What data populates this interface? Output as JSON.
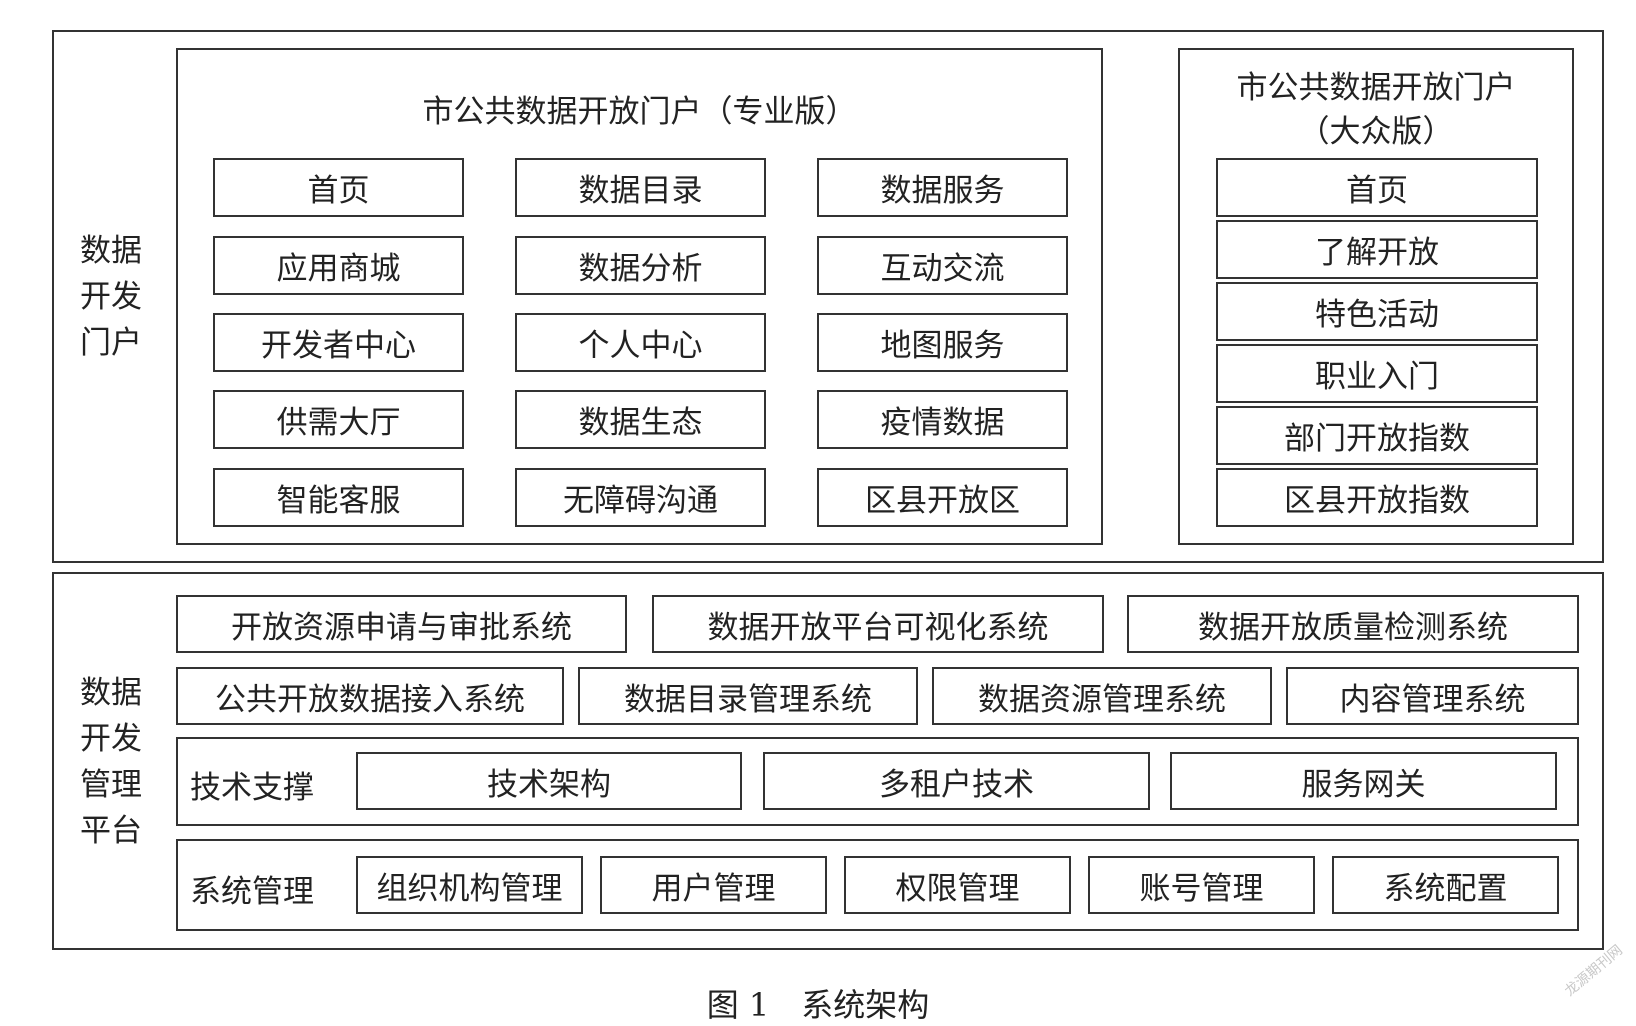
{
  "portal_section": {
    "side_label_lines": [
      "数据",
      "开发",
      "门户"
    ],
    "pro_portal": {
      "title": "市公共数据开放门户（专业版）",
      "items": [
        "首页",
        "数据目录",
        "数据服务",
        "应用商城",
        "数据分析",
        "互动交流",
        "开发者中心",
        "个人中心",
        "地图服务",
        "供需大厅",
        "数据生态",
        "疫情数据",
        "智能客服",
        "无障碍沟通",
        "区县开放区"
      ]
    },
    "public_portal": {
      "title_lines": [
        "市公共数据开放门户",
        "（大众版）"
      ],
      "items": [
        "首页",
        "了解开放",
        "特色活动",
        "职业入门",
        "部门开放指数",
        "区县开放指数"
      ]
    }
  },
  "platform_section": {
    "side_label_lines": [
      "数据",
      "开发",
      "管理",
      "平台"
    ],
    "row1": [
      "开放资源申请与审批系统",
      "数据开放平台可视化系统",
      "数据开放质量检测系统"
    ],
    "row2": [
      "公共开放数据接入系统",
      "数据目录管理系统",
      "数据资源管理系统",
      "内容管理系统"
    ],
    "tech": {
      "label": "技术支撑",
      "items": [
        "技术架构",
        "多租户技术",
        "服务网关"
      ]
    },
    "sysmgmt": {
      "label": "系统管理",
      "items": [
        "组织机构管理",
        "用户管理",
        "权限管理",
        "账号管理",
        "系统配置"
      ]
    }
  },
  "caption": "图 1　系统架构",
  "watermark": "龙源期刊网"
}
